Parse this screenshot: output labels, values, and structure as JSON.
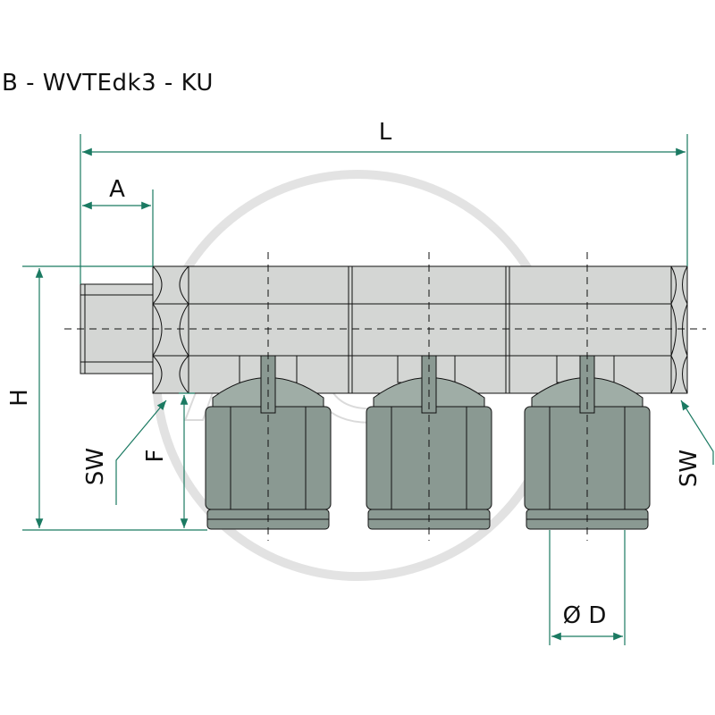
{
  "title": "B - WVTEdk3 - KU",
  "watermark": "AGP",
  "labels": {
    "length": "L",
    "thread_length": "A",
    "height": "H",
    "outlet_height": "F",
    "wrench_size_left": "SW",
    "wrench_size_right": "SW",
    "outlet_diameter": "Ø D"
  },
  "colors": {
    "body": "#d4d6d4",
    "fitting": "#8a9992",
    "fitting_cap": "#9fada6",
    "dimension_line": "#1b7a62",
    "outline": "#111111",
    "watermark": "#d0d0d0"
  }
}
